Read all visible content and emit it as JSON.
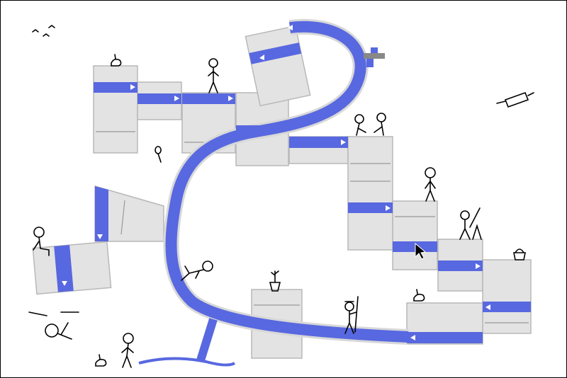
{
  "colors": {
    "pipe": "#5868e0",
    "pipe_outline": "#d8d8d8",
    "box_fill": "#e3e3e3",
    "box_stroke": "#b8b8b8",
    "bar": "#5868e0",
    "ink": "#000000"
  },
  "icons": [
    "mouse-cursor-icon",
    "faucet-icon",
    "rabbit-icon",
    "bird-icon",
    "satellite-icon",
    "telescope-icon",
    "basket-icon",
    "plant-pot-icon",
    "drone-icon",
    "balloon-icon"
  ],
  "figures": [
    "stick-figure-top",
    "stick-figures-chess",
    "stick-figure-standing",
    "stick-figure-telescope",
    "stick-figure-sitting-left",
    "stick-figure-sliding",
    "stick-figure-bottom-left",
    "stick-figure-gardener",
    "stick-figure-drones"
  ]
}
